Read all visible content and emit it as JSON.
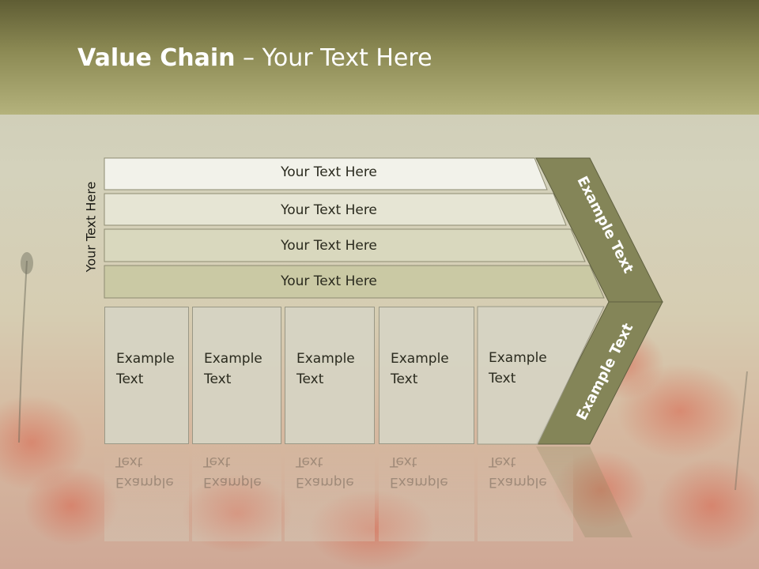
{
  "slide": {
    "title_bold": "Value Chain",
    "title_rest": " – Your Text Here"
  },
  "side_label": "Your Text Here",
  "bars": [
    {
      "label": "Your Text Here"
    },
    {
      "label": "Your Text Here"
    },
    {
      "label": "Your Text Here"
    },
    {
      "label": "Your Text Here"
    }
  ],
  "boxes": [
    {
      "line1": "Example",
      "line2": "Text"
    },
    {
      "line1": "Example",
      "line2": "Text"
    },
    {
      "line1": "Example",
      "line2": "Text"
    },
    {
      "line1": "Example",
      "line2": "Text"
    },
    {
      "line1": "Example",
      "line2": "Text"
    }
  ],
  "chevron": {
    "upper_label": "Example Text",
    "lower_label": "Example Text"
  },
  "colors": {
    "header_dark": "#5f5d34",
    "header_light": "#b4b27c",
    "chevron_fill": "#848558",
    "bar_fill": "#e4e3d2"
  }
}
